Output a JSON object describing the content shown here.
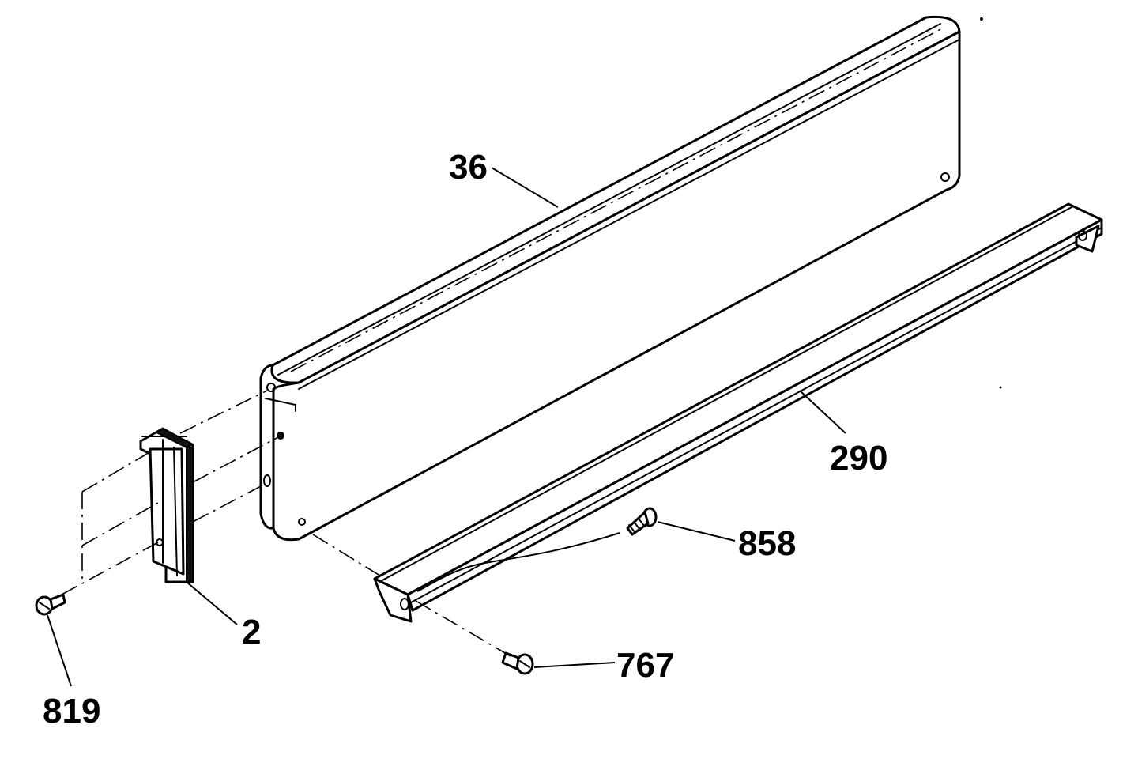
{
  "diagram": {
    "callouts": [
      {
        "id": "36",
        "text": "36"
      },
      {
        "id": "290",
        "text": "290"
      },
      {
        "id": "858",
        "text": "858"
      },
      {
        "id": "2",
        "text": "2"
      },
      {
        "id": "767",
        "text": "767"
      },
      {
        "id": "819",
        "text": "819"
      }
    ]
  }
}
